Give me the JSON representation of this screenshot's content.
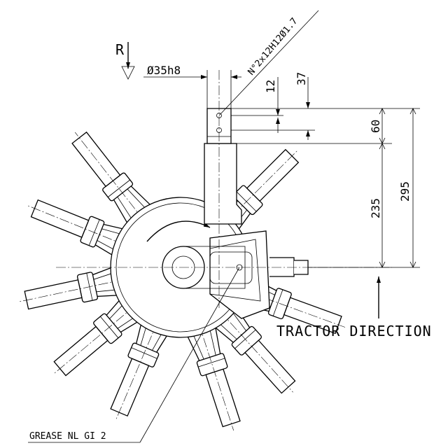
{
  "drawing": {
    "view_label": "R",
    "shaft_diameter": "Ø35h8",
    "hole_spec": "N°2x12H12Ø1.7",
    "dims": {
      "d12": "12",
      "d37": "37",
      "d60": "60",
      "d235": "235",
      "d295": "295"
    },
    "tractor_direction": "TRACTOR DIRECTION",
    "grease_note": "GREASE NL GI 2"
  }
}
